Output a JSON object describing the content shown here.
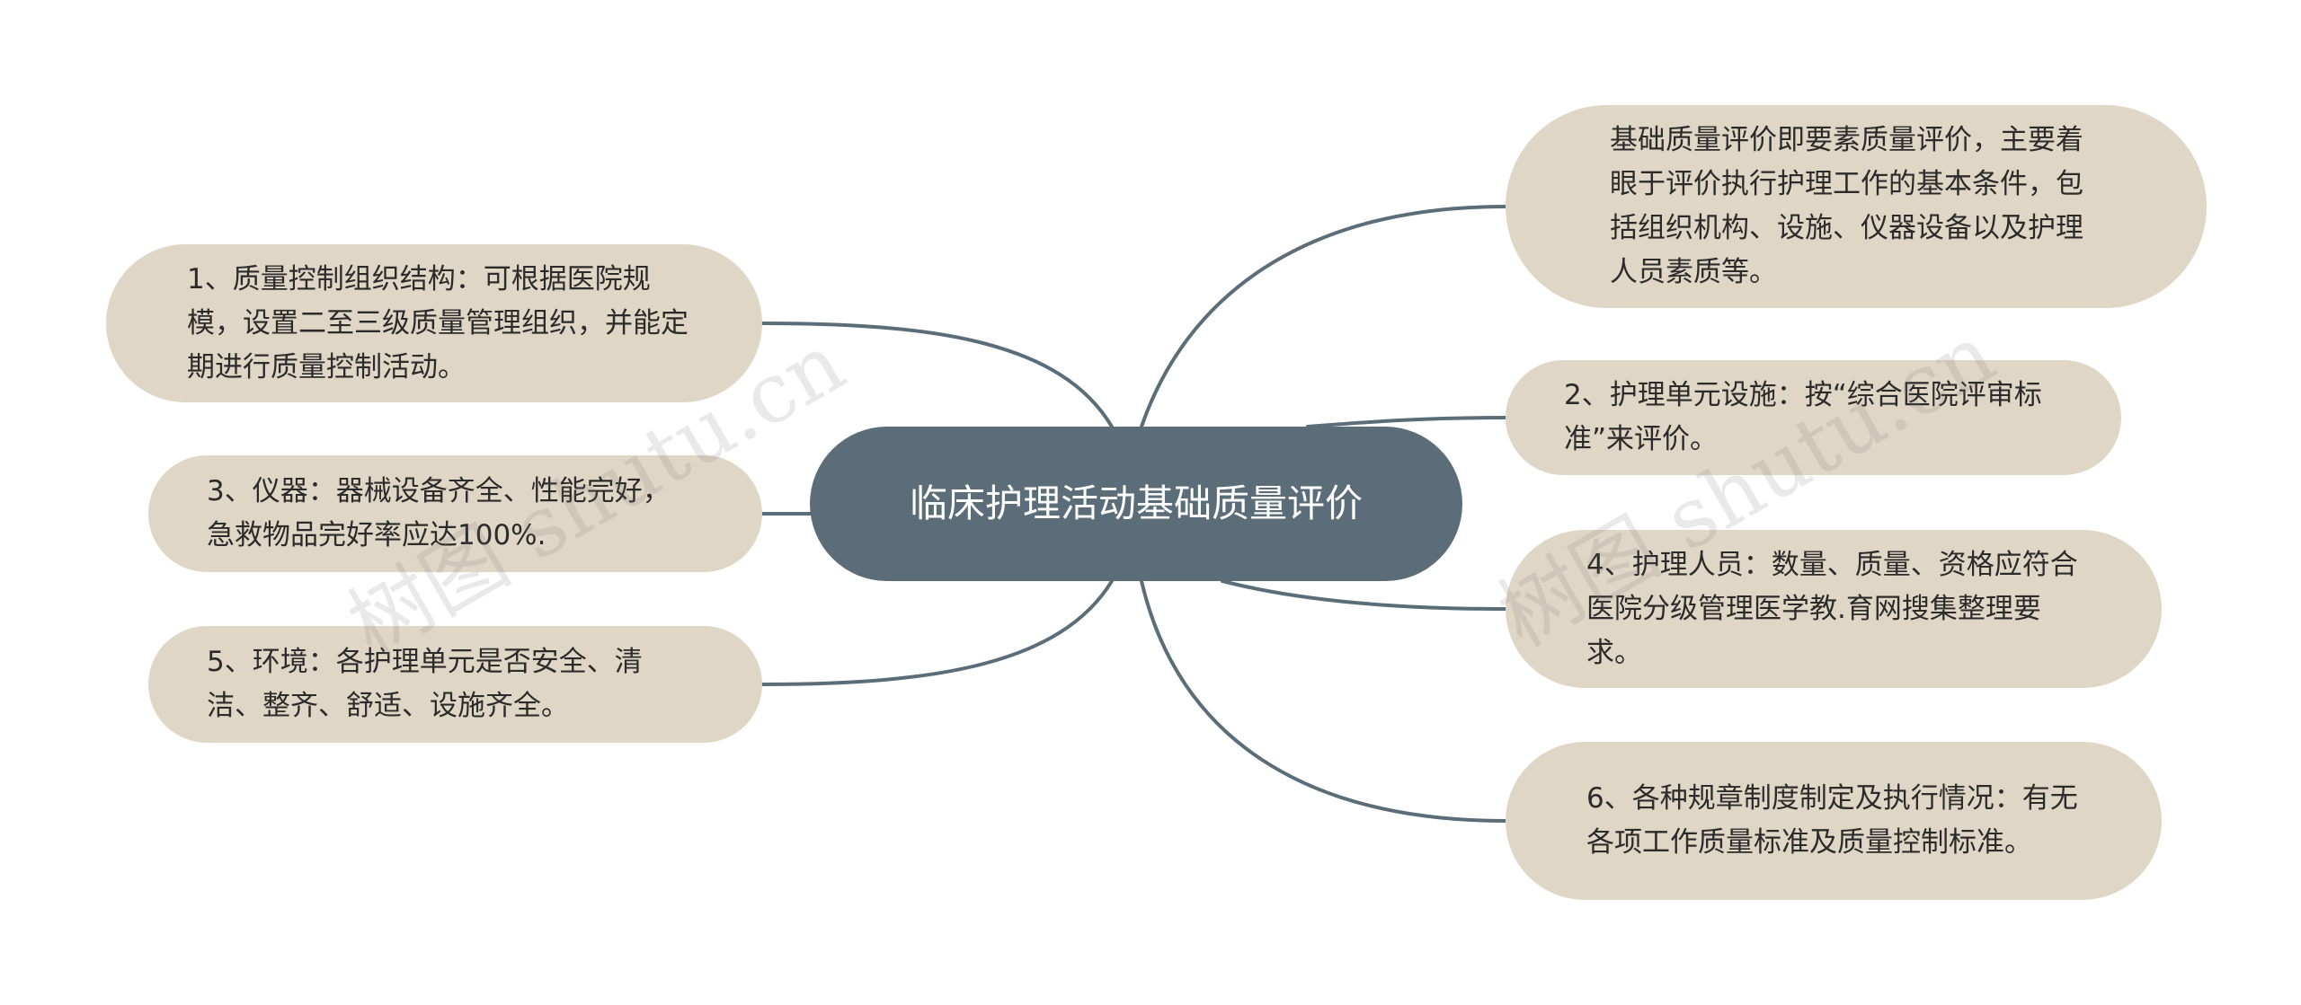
{
  "root": {
    "label": "临床护理活动基础质量评价"
  },
  "left_nodes": [
    {
      "label": "1、质量控制组织结构：可根据医院规模，设置二至三级质量管理组织，并能定期进行质量控制活动。"
    },
    {
      "label": "3、仪器：器械设备齐全、性能完好，急救物品完好率应达100%."
    },
    {
      "label": "5、环境：各护理单元是否安全、清洁、整齐、舒适、设施齐全。"
    }
  ],
  "right_nodes": [
    {
      "label": "基础质量评价即要素质量评价，主要着眼于评价执行护理工作的基本条件，包括组织机构、设施、仪器设备以及护理人员素质等。"
    },
    {
      "label": "2、护理单元设施：按“综合医院评审标准”来评价。"
    },
    {
      "label": "4、护理人员：数量、质量、资格应符合医院分级管理医学教.育网搜集整理要求。"
    },
    {
      "label": "6、各种规章制度制定及执行情况：有无各项工作质量标准及质量控制标准。"
    }
  ],
  "watermarks": [
    {
      "text": "树图 shutu.cn"
    },
    {
      "text": "树图 shutu.cn"
    }
  ],
  "colors": {
    "root_fill": "#5b6d78",
    "branch_fill": "#e0d6c6",
    "connector": "#5b6d78",
    "root_text": "#ffffff",
    "branch_text": "#2b2b2b"
  }
}
